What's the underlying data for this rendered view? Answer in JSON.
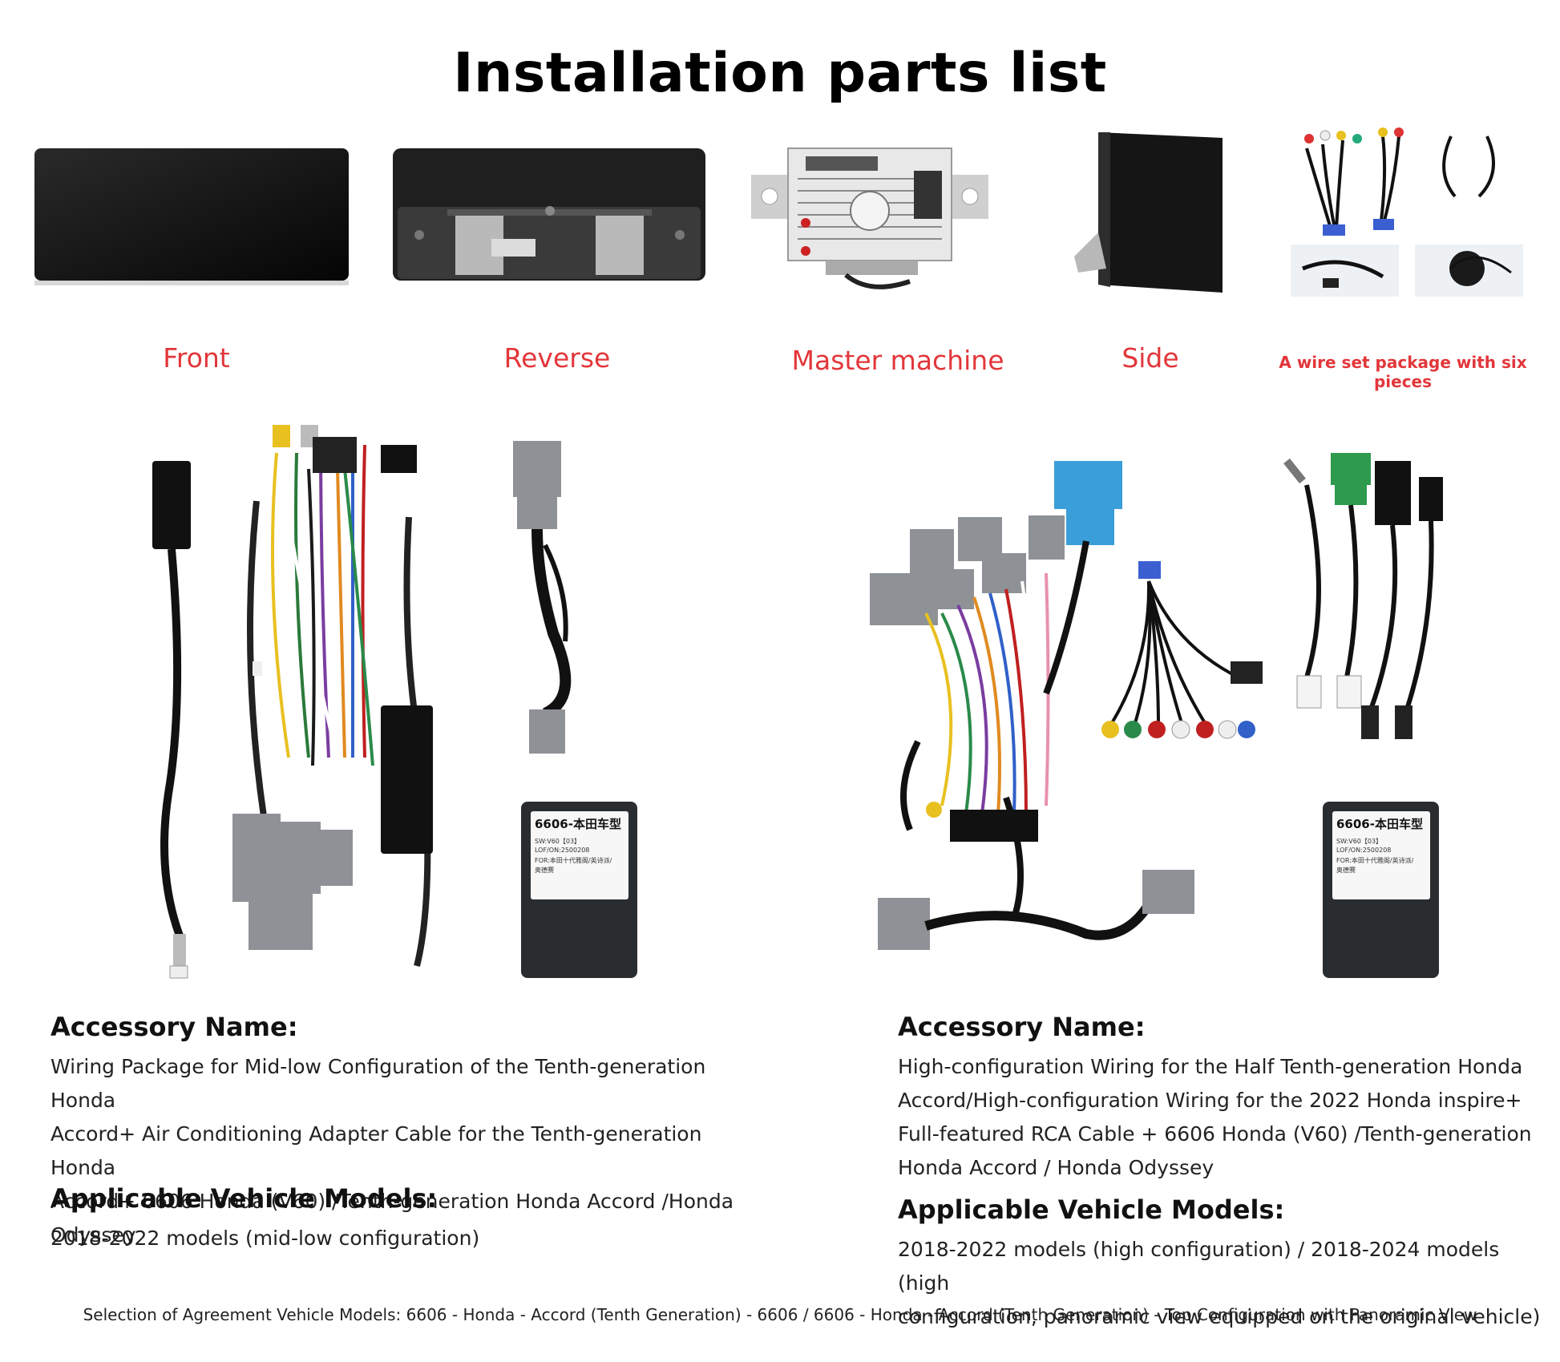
{
  "title": "Installation parts list",
  "products": [
    {
      "label": "Front"
    },
    {
      "label": "Reverse"
    },
    {
      "label": "Master machine"
    },
    {
      "label": "Side"
    },
    {
      "label": "A wire set package with six pieces"
    }
  ],
  "module_label": {
    "model": "6606-本田车型",
    "sw": "SW:V60【03】",
    "lof": "LOF/ON:2500208",
    "for_line1": "FOR:本田十代雅阁/英诗派/",
    "for_line2": "奥德赛"
  },
  "left": {
    "accessory_heading": "Accessory Name:",
    "accessory_lines": [
      "Wiring Package for Mid-low Configuration of the Tenth-generation Honda",
      "Accord+ Air Conditioning Adapter Cable for the Tenth-generation Honda",
      "Accord+ 6606 Honda (V60) /Tenth-generation Honda Accord /Honda Odyssey"
    ],
    "models_heading": "Applicable Vehicle Models:",
    "models_lines": [
      "2018-2022 models (mid-low configuration)"
    ]
  },
  "right": {
    "accessory_heading": "Accessory Name:",
    "accessory_lines": [
      "High-configuration Wiring for the Half Tenth-generation Honda",
      "Accord/High-configuration Wiring for the 2022 Honda inspire+",
      "Full-featured RCA Cable + 6606 Honda (V60) /Tenth-generation",
      "Honda Accord / Honda Odyssey"
    ],
    "models_heading": "Applicable Vehicle Models:",
    "models_lines": [
      "2018-2022 models (high configuration) / 2018-2024 models (high",
      "configuration, panoramic view equipped on the original vehicle)"
    ]
  },
  "footer": "Selection of Agreement Vehicle Models: 6606 - Honda - Accord (Tenth Generation) - 6606 / 6606 - Honda - Accord (Tenth Generation) - Top Configuration with Panoramic View",
  "colors": {
    "label_red": "#e2363a",
    "connector_gray": "#8e9196",
    "connector_blue": "#3a9fd8",
    "connector_green": "#2e9a4e"
  }
}
